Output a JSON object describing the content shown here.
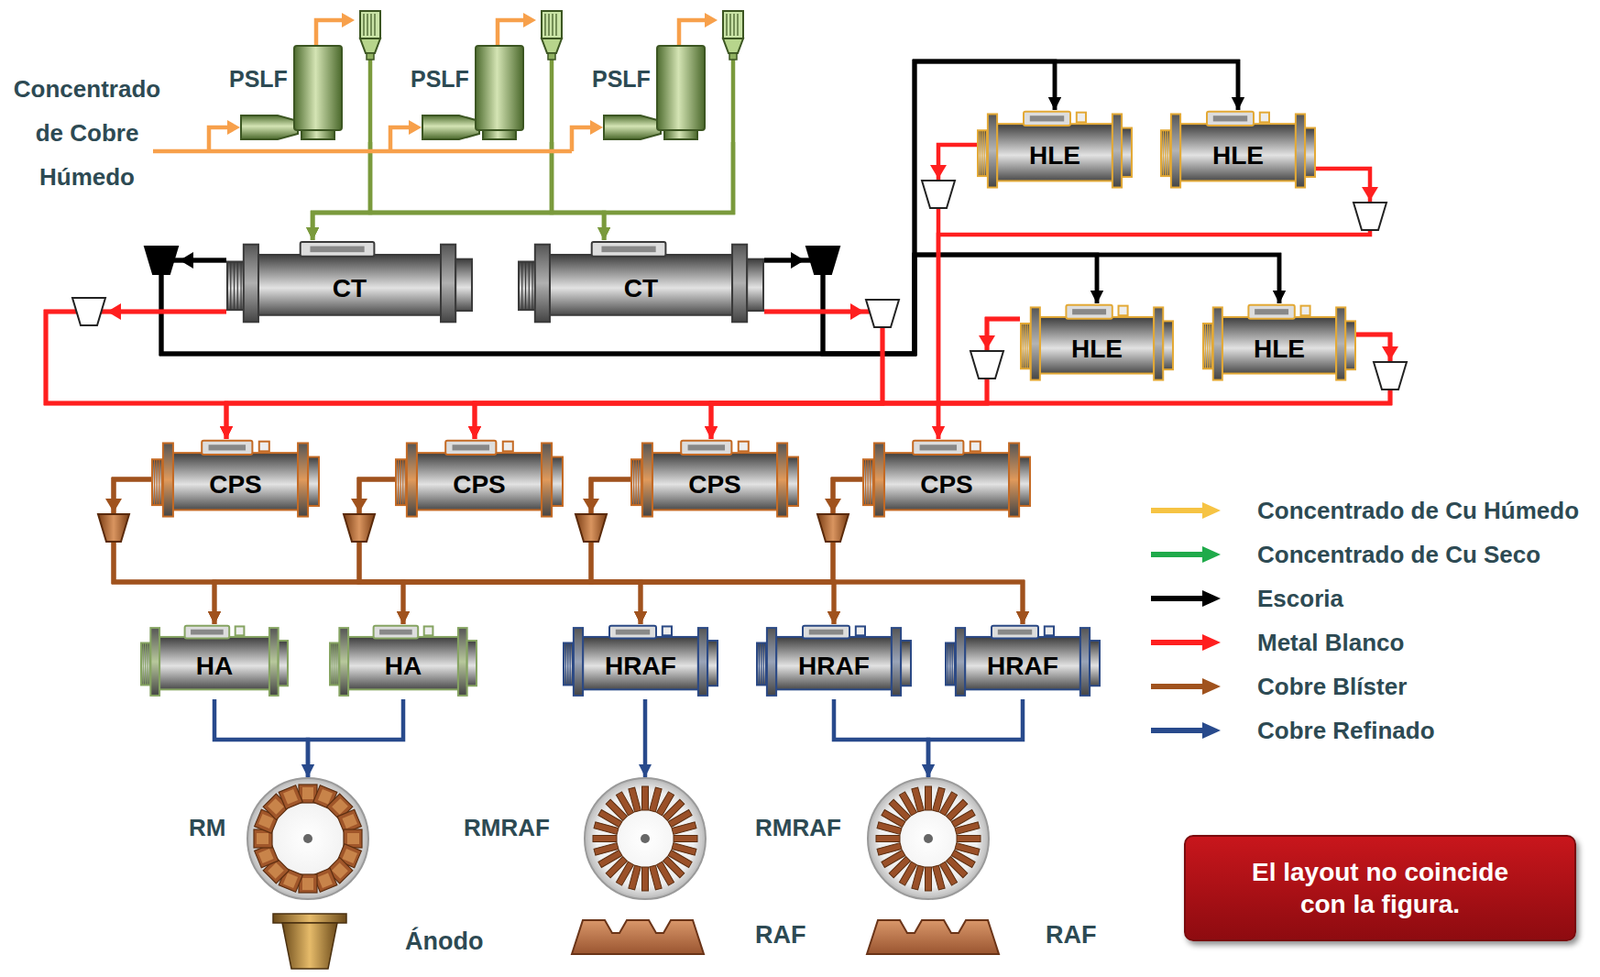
{
  "diagram": {
    "nodes": [
      {
        "text": [
          "PSLF"
        ]
      },
      {
        "text": [
          "PSLF"
        ]
      },
      {
        "text": [
          "PSLF"
        ]
      },
      {
        "text": [
          "HLE"
        ]
      },
      {
        "text": [
          "HLE"
        ]
      },
      {
        "text": [
          "CT"
        ]
      },
      {
        "text": [
          "CT"
        ]
      },
      {
        "text": [
          "HLE"
        ]
      },
      {
        "text": [
          "HLE"
        ]
      },
      {
        "text": [
          "CPS"
        ]
      },
      {
        "text": [
          "CPS"
        ]
      },
      {
        "text": [
          "CPS"
        ]
      },
      {
        "text": [
          "CPS"
        ]
      },
      {
        "text": [
          "HA"
        ]
      },
      {
        "text": [
          "HA"
        ]
      },
      {
        "text": [
          "HRAF"
        ]
      },
      {
        "text": [
          "HRAF"
        ]
      },
      {
        "text": [
          "HRAF"
        ]
      },
      {
        "text": [
          "RM"
        ]
      },
      {
        "text": [
          "RMRAF"
        ]
      },
      {
        "text": [
          "RMRAF"
        ]
      },
      {
        "text": [
          "Ánodo"
        ]
      },
      {
        "text": [
          "RAF"
        ]
      },
      {
        "text": [
          "RAF"
        ]
      },
      {
        "text": [
          "El layout no coincide con la figura."
        ]
      }
    ],
    "edges": [
      {
        "from": 0,
        "to": 5,
        "arrow": "to"
      },
      {
        "from": 0,
        "to": 6,
        "arrow": "to"
      },
      {
        "from": 1,
        "to": 5,
        "arrow": "to"
      },
      {
        "from": 1,
        "to": 6,
        "arrow": "to"
      },
      {
        "from": 2,
        "to": 5,
        "arrow": "to"
      },
      {
        "from": 2,
        "to": 6,
        "arrow": "to"
      },
      {
        "from": 5,
        "to": 3,
        "arrow": "to"
      },
      {
        "from": 5,
        "to": 4,
        "arrow": "to"
      },
      {
        "from": 5,
        "to": 7,
        "arrow": "to"
      },
      {
        "from": 5,
        "to": 8,
        "arrow": "to"
      },
      {
        "from": 6,
        "to": 3,
        "arrow": "to"
      },
      {
        "from": 6,
        "to": 4,
        "arrow": "to"
      },
      {
        "from": 6,
        "to": 7,
        "arrow": "to"
      },
      {
        "from": 6,
        "to": 8,
        "arrow": "to"
      },
      {
        "from": 5,
        "to": 9,
        "arrow": "to"
      },
      {
        "from": 5,
        "to": 10,
        "arrow": "to"
      },
      {
        "from": 5,
        "to": 11,
        "arrow": "to"
      },
      {
        "from": 6,
        "to": 9,
        "arrow": "to"
      },
      {
        "from": 6,
        "to": 10,
        "arrow": "to"
      },
      {
        "from": 6,
        "to": 11,
        "arrow": "to"
      },
      {
        "from": 7,
        "to": 9,
        "arrow": "to"
      },
      {
        "from": 7,
        "to": 10,
        "arrow": "to"
      },
      {
        "from": 7,
        "to": 11,
        "arrow": "to"
      },
      {
        "from": 8,
        "to": 9,
        "arrow": "to"
      },
      {
        "from": 8,
        "to": 10,
        "arrow": "to"
      },
      {
        "from": 8,
        "to": 11,
        "arrow": "to"
      },
      {
        "from": 3,
        "to": 12,
        "arrow": "to"
      },
      {
        "from": 4,
        "to": 12,
        "arrow": "to"
      },
      {
        "from": 9,
        "to": 13,
        "arrow": "to"
      },
      {
        "from": 9,
        "to": 14,
        "arrow": "to"
      },
      {
        "from": 9,
        "to": 15,
        "arrow": "to"
      },
      {
        "from": 9,
        "to": 16,
        "arrow": "to"
      },
      {
        "from": 9,
        "to": 17,
        "arrow": "to"
      },
      {
        "from": 10,
        "to": 13,
        "arrow": "to"
      },
      {
        "from": 10,
        "to": 14,
        "arrow": "to"
      },
      {
        "from": 10,
        "to": 15,
        "arrow": "to"
      },
      {
        "from": 10,
        "to": 16,
        "arrow": "to"
      },
      {
        "from": 10,
        "to": 17,
        "arrow": "to"
      },
      {
        "from": 11,
        "to": 13,
        "arrow": "to"
      },
      {
        "from": 11,
        "to": 14,
        "arrow": "to"
      },
      {
        "from": 11,
        "to": 15,
        "arrow": "to"
      },
      {
        "from": 11,
        "to": 16,
        "arrow": "to"
      },
      {
        "from": 11,
        "to": 17,
        "arrow": "to"
      },
      {
        "from": 12,
        "to": 13,
        "arrow": "to"
      },
      {
        "from": 12,
        "to": 14,
        "arrow": "to"
      },
      {
        "from": 12,
        "to": 15,
        "arrow": "to"
      },
      {
        "from": 12,
        "to": 16,
        "arrow": "to"
      },
      {
        "from": 12,
        "to": 17,
        "arrow": "to"
      },
      {
        "from": 13,
        "to": 18,
        "arrow": "to"
      },
      {
        "from": 14,
        "to": 18,
        "arrow": "to"
      },
      {
        "from": 15,
        "to": 19,
        "arrow": "to"
      },
      {
        "from": 16,
        "to": 20,
        "arrow": "to"
      },
      {
        "from": 17,
        "to": 20,
        "arrow": "to"
      }
    ],
    "labels": [
      "Concentrado de Cobre Húmedo"
    ],
    "legend": [
      {
        "text": "Concentrado de Cu Húmedo"
      },
      {
        "text": "Concentrado de Cu Seco"
      },
      {
        "text": "Escoria"
      },
      {
        "text": "Metal Blanco"
      },
      {
        "text": "Cobre Blíster"
      },
      {
        "text": "Cobre Refinado"
      }
    ]
  }
}
